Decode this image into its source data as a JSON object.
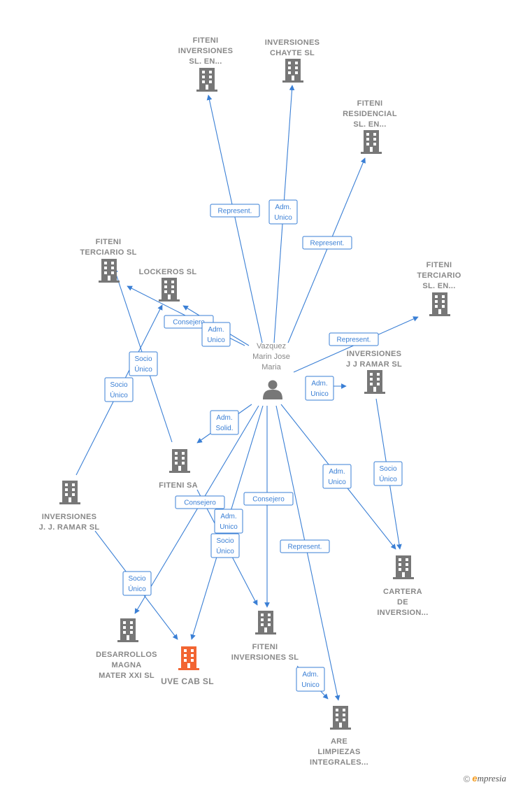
{
  "colors": {
    "edge": "#3a7fd5",
    "company": "#777777",
    "focus": "#f26532",
    "person": "#777777"
  },
  "person": {
    "lines": [
      "Vazquez",
      "Marin Jose",
      "Maria"
    ],
    "icon": "person-icon"
  },
  "companies": [
    {
      "id": "fiteni-inversiones-en",
      "lines": [
        "FITENI",
        "INVERSIONES",
        "SL.   EN..."
      ],
      "focus": false
    },
    {
      "id": "inversiones-chayte",
      "lines": [
        "INVERSIONES",
        "CHAYTE  SL"
      ],
      "focus": false
    },
    {
      "id": "fiteni-residencial",
      "lines": [
        "FITENI",
        "RESIDENCIAL",
        "SL.   EN..."
      ],
      "focus": false
    },
    {
      "id": "fiteni-terciario-en",
      "lines": [
        "FITENI",
        "TERCIARIO",
        "SL.   EN..."
      ],
      "focus": false
    },
    {
      "id": "fiteni-terciario",
      "lines": [
        "FITENI",
        "TERCIARIO  SL"
      ],
      "focus": false
    },
    {
      "id": "lockeros",
      "lines": [
        "LOCKEROS  SL"
      ],
      "focus": false
    },
    {
      "id": "inversiones-jj-ramar",
      "lines": [
        "INVERSIONES",
        "J J RAMAR SL"
      ],
      "focus": false
    },
    {
      "id": "fiteni-sa",
      "lines": [
        "FITENI SA"
      ],
      "focus": false
    },
    {
      "id": "inversiones-j-j-ramar",
      "lines": [
        "INVERSIONES",
        "J. J. RAMAR  SL"
      ],
      "focus": false
    },
    {
      "id": "cartera-de-inversion",
      "lines": [
        "CARTERA",
        "DE",
        "INVERSION..."
      ],
      "focus": false
    },
    {
      "id": "desarrollos-magna",
      "lines": [
        "DESARROLLOS",
        "MAGNA",
        "MATER XXI  SL"
      ],
      "focus": false
    },
    {
      "id": "uve-cab",
      "lines": [
        "UVE CAB  SL"
      ],
      "focus": true
    },
    {
      "id": "fiteni-inversiones-sl",
      "lines": [
        "FITENI",
        "INVERSIONES SL"
      ],
      "focus": false
    },
    {
      "id": "are-limpiezas",
      "lines": [
        "ARE",
        "LIMPIEZAS",
        "INTEGRALES..."
      ],
      "focus": false
    }
  ],
  "edges": [
    {
      "label": [
        "Represent."
      ]
    },
    {
      "label": [
        "Adm.",
        "Unico"
      ]
    },
    {
      "label": [
        "Represent."
      ]
    },
    {
      "label": [
        "Represent."
      ]
    },
    {
      "label": [
        "Consejero"
      ]
    },
    {
      "label": [
        "Adm.",
        "Unico"
      ]
    },
    {
      "label": [
        "Adm.",
        "Unico"
      ]
    },
    {
      "label": [
        "Adm.",
        "Solid."
      ]
    },
    {
      "label": [
        "Adm.",
        "Unico"
      ]
    },
    {
      "label": [
        "Consejero"
      ]
    },
    {
      "label": [
        "Represent."
      ]
    },
    {
      "label": [
        "Consejero"
      ]
    },
    {
      "label": [
        "Adm.",
        "Unico"
      ]
    },
    {
      "label": [
        "Socio",
        "Único"
      ]
    },
    {
      "label": [
        "Socio",
        "Único"
      ]
    },
    {
      "label": [
        "Socio",
        "Único"
      ]
    },
    {
      "label": [
        "Socio",
        "Único"
      ]
    },
    {
      "label": [
        "Socio",
        "Único"
      ]
    },
    {
      "label": [
        "Adm.",
        "Unico"
      ]
    }
  ],
  "footer": {
    "copyright": "©",
    "brand_initial": "e",
    "brand_rest": "mpresia"
  }
}
